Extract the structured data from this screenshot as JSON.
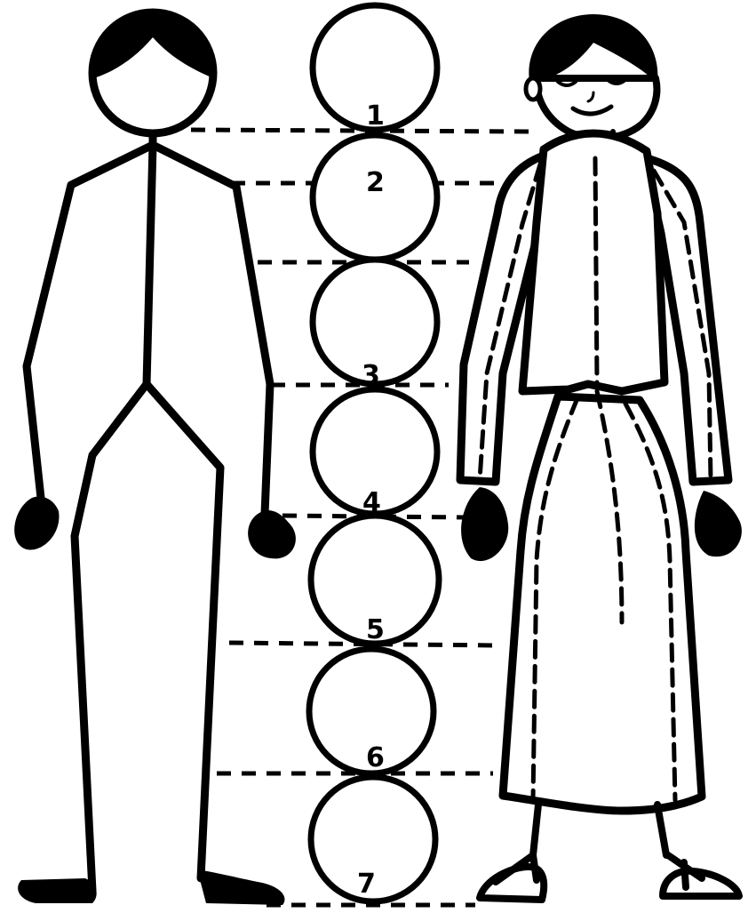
{
  "head_units": [
    {
      "label": "1"
    },
    {
      "label": "2"
    },
    {
      "label": "3"
    },
    {
      "label": "4"
    },
    {
      "label": "5"
    },
    {
      "label": "6"
    },
    {
      "label": "7"
    }
  ],
  "colors": {
    "ink": "#000000",
    "paper": "#ffffff"
  }
}
